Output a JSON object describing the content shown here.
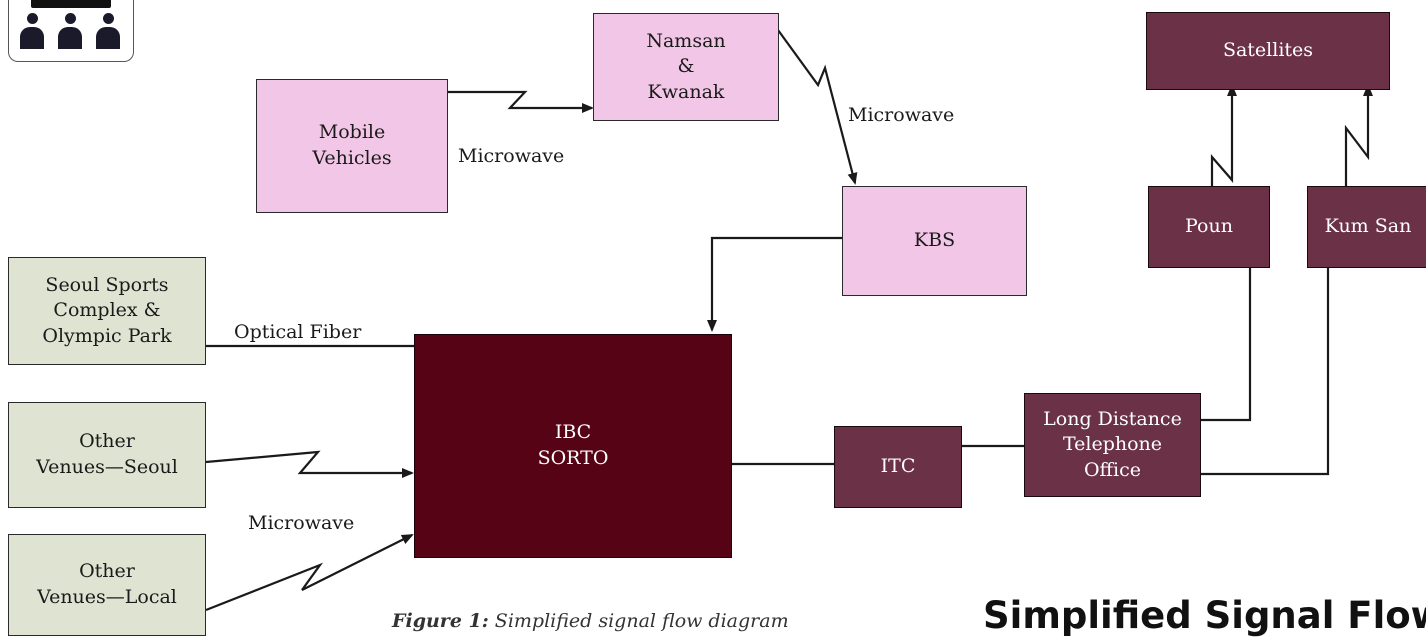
{
  "colors": {
    "pink": "#f2c6e6",
    "grey": "#dfe3d2",
    "dark": "#6a3147",
    "sorto": "#560315",
    "line": "#1a1a1a"
  },
  "logo_icon": "audience-people-icon",
  "nodes": {
    "satellites": "Satellites",
    "namsan_kwanak": "Namsan\n&\nKwanak",
    "mobile_vehicles": "Mobile\nVehicles",
    "kbs": "KBS",
    "poun": "Poun",
    "kum_san": "Kum San",
    "seoul_sports": "Seoul Sports\nComplex &\nOlympic Park",
    "other_seoul": "Other\nVenues—Seoul",
    "other_local": "Other\nVenues—Local",
    "ibc_sorto": "IBC\nSORTO",
    "itc": "ITC",
    "ldto": "Long Distance\nTelephone\nOffice"
  },
  "edge_labels": {
    "microwave_mobile": "Microwave",
    "microwave_namsan": "Microwave",
    "optical_fiber": "Optical Fiber",
    "microwave_venues": "Microwave"
  },
  "caption": {
    "label": "Figure 1:",
    "text": " Simplified signal flow diagram"
  },
  "heading": "Simplified Signal Flow"
}
